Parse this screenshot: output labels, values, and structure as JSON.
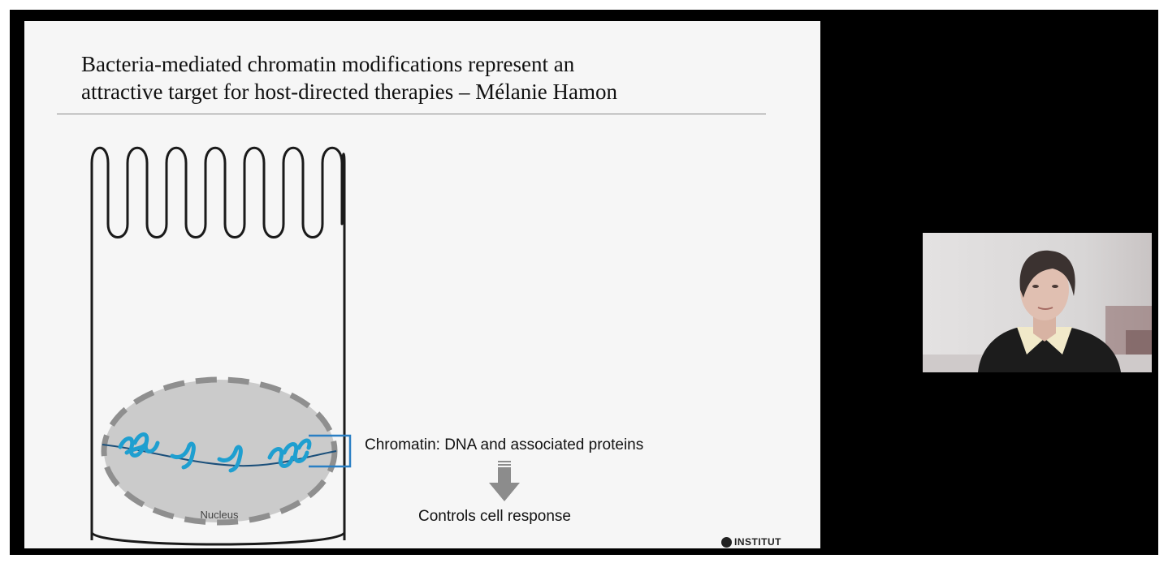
{
  "slide": {
    "title_line1": "Bacteria-mediated chromatin modifications represent an",
    "title_line2": "attractive target for host-directed therapies – Mélanie Hamon",
    "nucleus_label": "Nucleus",
    "chromatin_label": "Chromatin: DNA and associated proteins",
    "response_label": "Controls cell response",
    "logo_text": "INSTITUT"
  },
  "webcam": {
    "icon": "presenter-video-feed"
  },
  "colors": {
    "slide_background": "#f6f6f6",
    "screen_background": "#000000",
    "nucleus_fill": "#cbcbcb",
    "nucleus_border": "#8f8f8f",
    "dna_blue": "#1f9fd0",
    "bracket_blue": "#2a7fc4",
    "arrow_gray": "#8c8c8c"
  }
}
